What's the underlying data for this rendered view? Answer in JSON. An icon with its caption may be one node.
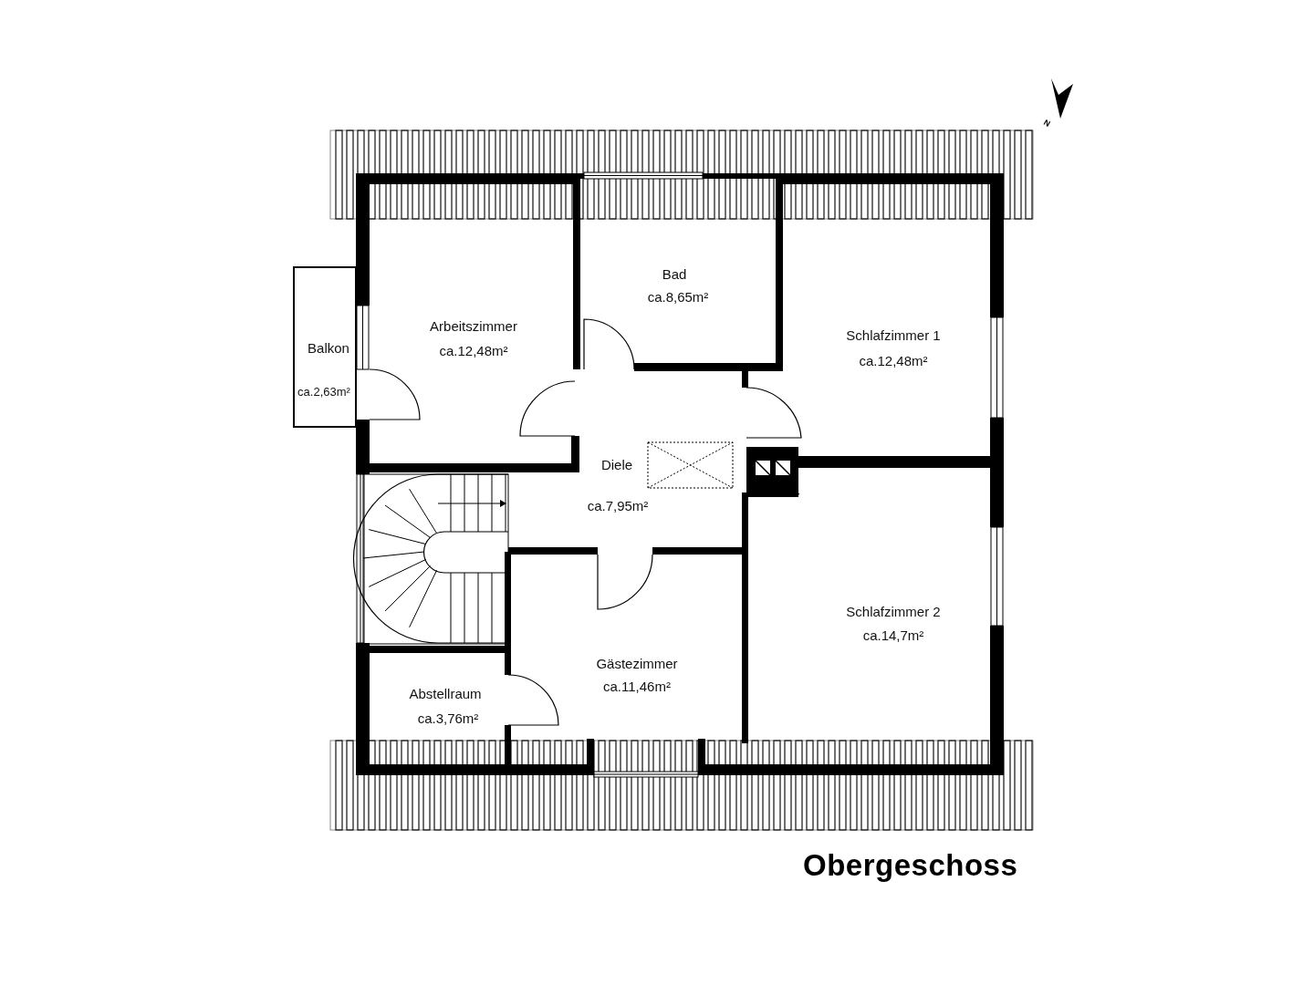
{
  "diagram": {
    "title": "Obergeschoss",
    "nodes": [
      {
        "text": [
          "Arbeitszimmer",
          "ca.12,48m²"
        ]
      },
      {
        "text": [
          "Bad",
          "ca.8,65m²"
        ]
      },
      {
        "text": [
          "Schlafzimmer 1",
          "ca.12,48m²"
        ]
      },
      {
        "text": [
          "Balkon",
          "ca.2,63m²"
        ]
      },
      {
        "text": [
          "Diele",
          "ca.7,95m²"
        ]
      },
      {
        "text": [
          "Schlafzimmer 2",
          "ca.14,7m²"
        ]
      },
      {
        "text": [
          "Gästezimmer",
          "ca.11,46m²"
        ]
      },
      {
        "text": [
          "Abstellraum",
          "ca.3,76m²"
        ]
      }
    ],
    "labels": [
      "N"
    ]
  }
}
